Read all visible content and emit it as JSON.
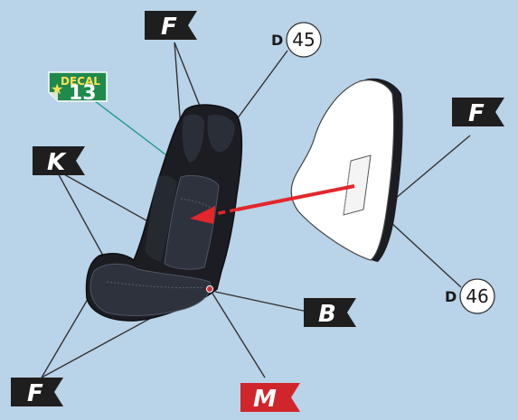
{
  "colors": {
    "background": "#b9d3e8",
    "flag_dark": "#1e1e1e",
    "flag_red": "#d0262b",
    "seat_dark": "#1b1d22",
    "seat_panel": "#2d323c",
    "decal_green": "#1f8a4c",
    "arrow_red": "#e3262b",
    "leader_line": "#333333",
    "decal_leader": "#1f9a8a"
  },
  "decal": {
    "word": "DECAL",
    "number": "13",
    "icon": "star-icon"
  },
  "flags": [
    {
      "id": "flag-f-top",
      "letter": "F",
      "color": "dark"
    },
    {
      "id": "flag-k",
      "letter": "K",
      "color": "dark"
    },
    {
      "id": "flag-f-right",
      "letter": "F",
      "color": "dark"
    },
    {
      "id": "flag-b",
      "letter": "B",
      "color": "dark"
    },
    {
      "id": "flag-m",
      "letter": "M",
      "color": "red"
    },
    {
      "id": "flag-f-bottom",
      "letter": "F",
      "color": "dark"
    }
  ],
  "part_callouts": [
    {
      "prefix": "D",
      "number": "45"
    },
    {
      "prefix": "D",
      "number": "46"
    }
  ]
}
